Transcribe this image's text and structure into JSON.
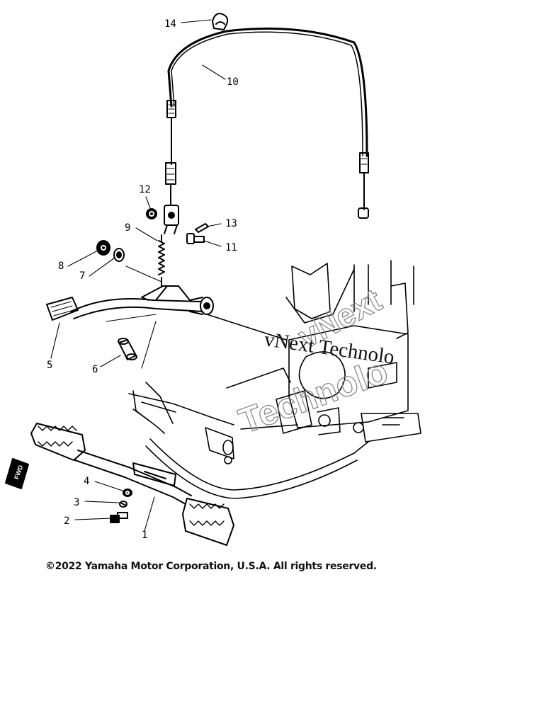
{
  "callouts": {
    "c1": "1",
    "c2": "2",
    "c3": "3",
    "c4": "4",
    "c5": "5",
    "c6": "6",
    "c7": "7",
    "c8": "8",
    "c9": "9",
    "c10": "10",
    "c11": "11",
    "c12": "12",
    "c13": "13",
    "c14": "14"
  },
  "fwd_tag": "FWD",
  "watermark": {
    "line1": "vNext",
    "line2": "Technolo",
    "line3": "vNext Technolo"
  },
  "copyright": "©2022 Yamaha Motor Corporation, U.S.A. All rights reserved.",
  "colors": {
    "ink": "#000000",
    "watermark": "#8a8a8a",
    "background": "#ffffff"
  }
}
